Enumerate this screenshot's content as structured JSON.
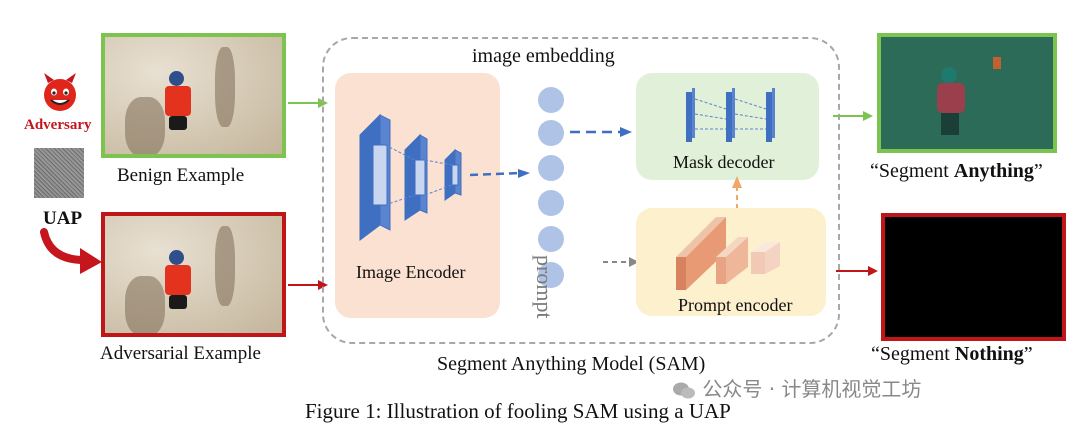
{
  "labels": {
    "adversary": "Adversary",
    "uap": "UAP",
    "benign_example": "Benign Example",
    "adversarial_example": "Adversarial Example",
    "image_embedding": "image embedding",
    "image_encoder": "Image Encoder",
    "prompt": "prompt",
    "mask_decoder": "Mask decoder",
    "prompt_encoder": "Prompt encoder",
    "sam_model": "Segment Anything Model (SAM)",
    "out_top_prefix": "“Segment ",
    "out_top_bold": "Anything",
    "out_top_suffix": "”",
    "out_bottom_prefix": "“Segment ",
    "out_bottom_bold": "Nothing",
    "out_bottom_suffix": "”",
    "figure_caption": "Figure 1: Illustration of fooling SAM using a UAP",
    "watermark": "公众号 · 计算机视觉工坊"
  },
  "colors": {
    "benign_border": "#7dc34f",
    "adversarial_border": "#c0161a",
    "encoder_panel": "#fbe1d2",
    "mask_panel": "#e1f0d8",
    "prompt_panel": "#fdf0cc",
    "dashed_arrow": "#3f6fc0",
    "output_green": "#2c6b57",
    "devil_red": "#e0251b"
  }
}
